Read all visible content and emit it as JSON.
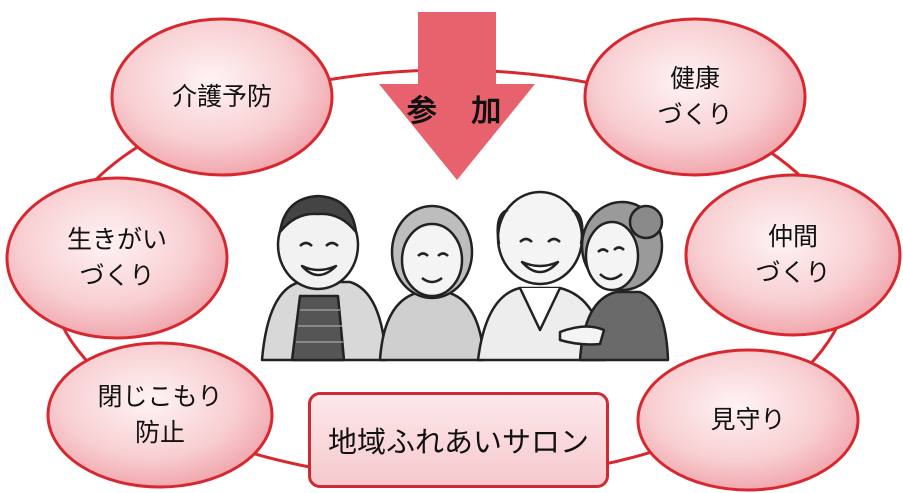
{
  "diagram": {
    "arrow_label": "参 加",
    "center_label": "地域ふれあいサロン",
    "nodes": [
      {
        "id": "kaigo",
        "label": "介護予防"
      },
      {
        "id": "kenko",
        "label": "健康\nづくり"
      },
      {
        "id": "ikigai",
        "label": "生きがい\nづくり"
      },
      {
        "id": "nakama",
        "label": "仲間\nづくり"
      },
      {
        "id": "tojikomori",
        "label": "閉じこもり\n防止"
      },
      {
        "id": "mimamori",
        "label": "見守り"
      }
    ],
    "colors": {
      "ring": "#d8282f",
      "ellipse_fill_light": "#fff0f1",
      "ellipse_fill_dark": "#f1a9ae",
      "arrow": "#e8626e",
      "center_box_border": "#cf2b35"
    },
    "illustration": "four-elderly-people-smiling"
  }
}
